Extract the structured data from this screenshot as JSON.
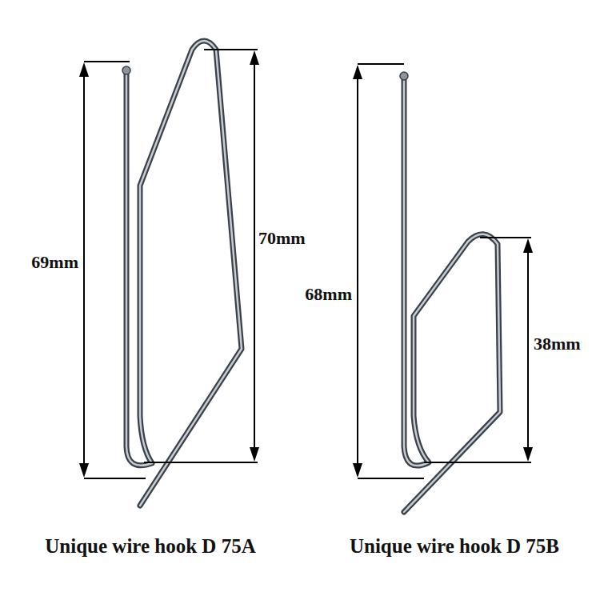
{
  "diagram": {
    "labels": [
      "69mm",
      "70mm",
      "68mm",
      "38mm",
      "Unique wire hook D 75A",
      "Unique wire hook D 75B"
    ]
  }
}
